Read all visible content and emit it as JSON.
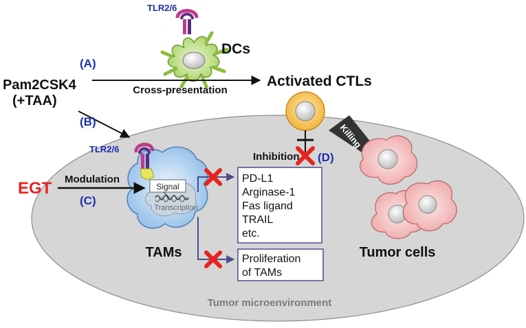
{
  "labels": {
    "tlr_top": "TLR2/6",
    "dcs": "DCs",
    "a": "(A)",
    "b": "(B)",
    "c": "(C)",
    "d": "(D)",
    "pam_line1": "Pam2CSK4",
    "pam_line2": "(+TAA)",
    "cross_presentation": "Cross-presentation",
    "activated_ctls": "Activated CTLs",
    "tlr_tam": "TLR2/6",
    "egt": "EGT",
    "modulation": "Modulation",
    "signal": "Signal",
    "transcription": "Transcription",
    "tams": "TAMs",
    "inhibition": "Inhibition",
    "killing": "Killing",
    "tumor_cells": "Tumor cells",
    "microenvironment": "Tumor microenvironment"
  },
  "factors_box": {
    "items": [
      "PD-L1",
      "Arginase-1",
      "Fas ligand",
      "TRAIL",
      "etc."
    ]
  },
  "proliferation_box": {
    "line1": "Proliferation",
    "line2": "of TAMs"
  },
  "colors": {
    "label_blue": "#1a2fb0",
    "egt_red": "#e8231f",
    "x_red": "#e8231f",
    "microenv_fill": "#d6d6d6",
    "tam_fill": "#9cc5ea",
    "dc_fill": "#a8d35a",
    "ctl_fill": "#f4bd47",
    "tumor_fill": "#f2b9b9",
    "tlr_magenta": "#c03a8a",
    "tlr_purple": "#5a2d82",
    "arrow_purple": "#4a4a8c"
  }
}
